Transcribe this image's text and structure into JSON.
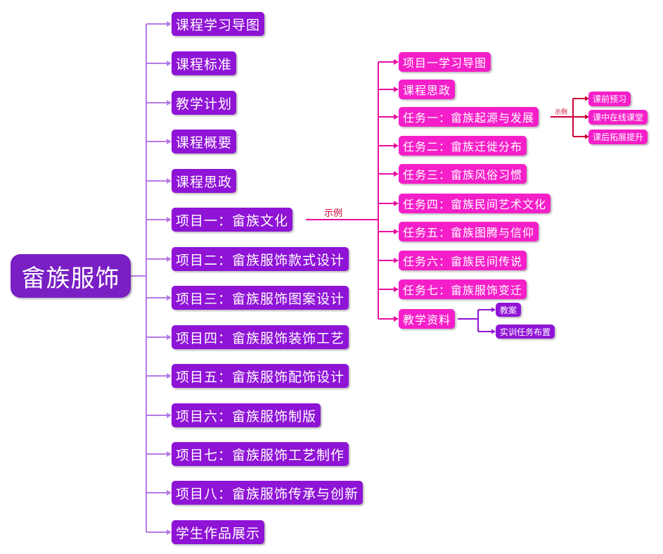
{
  "root": "畲族服饰",
  "level1": [
    "课程学习导图",
    "课程标准",
    "教学计划",
    "课程概要",
    "课程思政",
    "项目一：畲族文化",
    "项目二：畲族服饰款式设计",
    "项目三：畲族服饰图案设计",
    "项目四：畲族服饰装饰工艺",
    "项目五：畲族服饰配饰设计",
    "项目六：畲族服饰制版",
    "项目七：畲族服饰工艺制作",
    "项目八：畲族服饰传承与创新",
    "学生作品展示"
  ],
  "level2": [
    "项目一学习导图",
    "课程思政",
    "任务一：畲族起源与发展",
    "任务二：畲族迁徙分布",
    "任务三：畲族风俗习惯",
    "任务四：畲族民间艺术文化",
    "任务五：畲族图腾与信仰",
    "任务六：畲族民间传说",
    "任务七：畲族服饰变迁",
    "教学资料"
  ],
  "level3": [
    "课前预习",
    "课中在线课堂",
    "课后拓展提升"
  ],
  "level4": [
    "教案",
    "实训任务布置"
  ],
  "labels": {
    "project1_example": "示例",
    "task1_example": "示例"
  },
  "colors": {
    "root": "#7a1fc4",
    "level1": "#8f14d6",
    "level2": "#f51fc9",
    "line_purple": "#b77ae6",
    "line_pink": "#e8109f"
  }
}
